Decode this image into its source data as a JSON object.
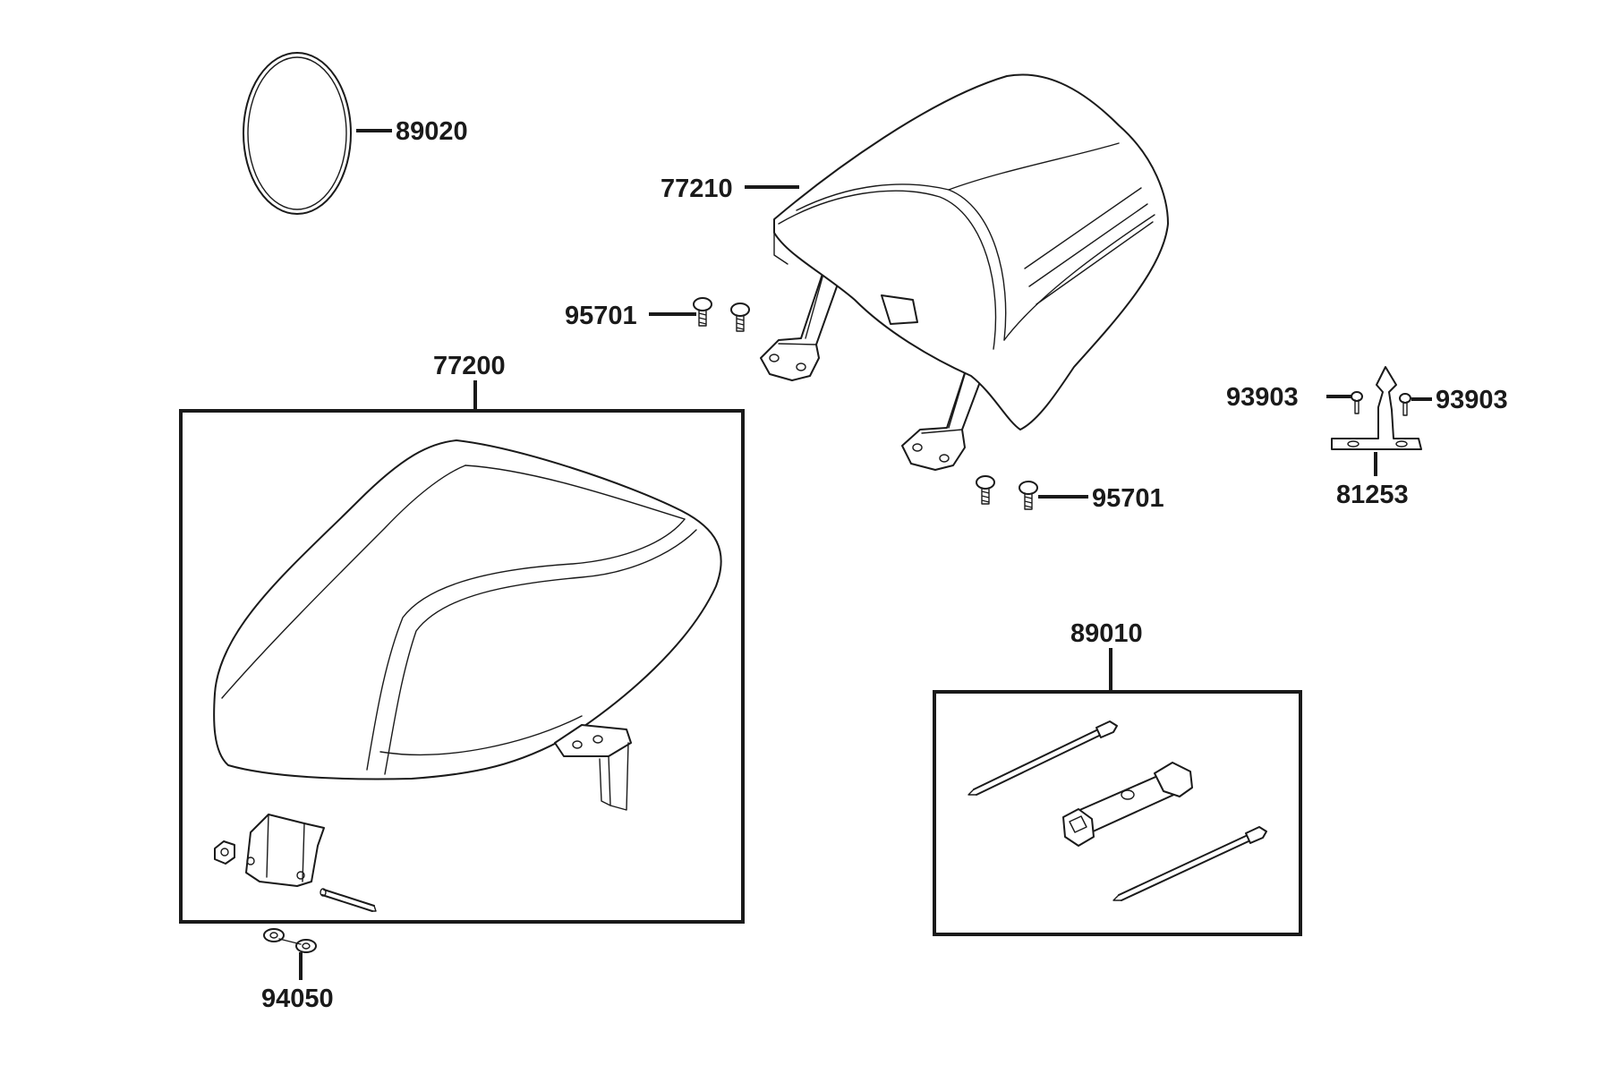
{
  "part_labels": {
    "p89020": "89020",
    "p77210": "77210",
    "p95701a": "95701",
    "p95701b": "95701",
    "p77200": "77200",
    "p93903a": "93903",
    "p93903b": "93903",
    "p81253": "81253",
    "p89010": "89010",
    "p94050": "94050"
  },
  "colors": {
    "line": "#1a1a1a",
    "background": "#ffffff"
  }
}
